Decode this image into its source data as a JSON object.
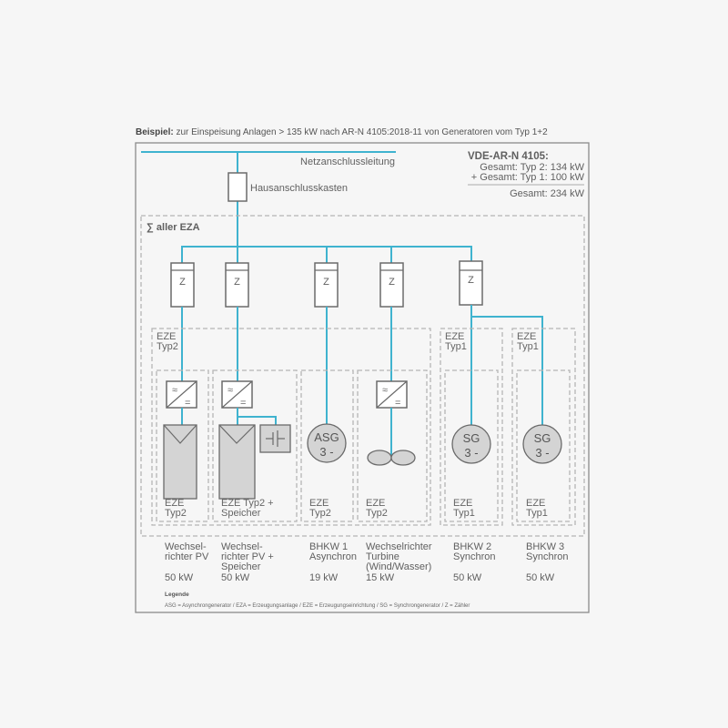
{
  "header": {
    "caption_bold": "Beispiel:",
    "caption_text": " zur Einspeisung Anlagen > 135 kW nach AR-N 4105:2018-11 von Generatoren vom Typ 1+2"
  },
  "grid": {
    "line_label": "Netzanschlussleitung",
    "house_box_label": "Hausanschlusskasten"
  },
  "summary": {
    "title": "VDE-AR-N 4105:",
    "line1": "Gesamt: Typ 2: 134 kW",
    "line2": "+ Gesamt: Typ 1: 100 kW",
    "total": "Gesamt: 234 kW"
  },
  "eza": {
    "label": "∑ aller EZA"
  },
  "meter_label": "Z",
  "groups": {
    "typ2": {
      "line1": "EZE",
      "line2": "Typ2"
    },
    "typ1_a": {
      "line1": "EZE",
      "line2": "Typ1"
    },
    "typ1_b": {
      "line1": "EZE",
      "line2": "Typ1"
    }
  },
  "inverter_symbols": {
    "ac": "≈",
    "dc": "="
  },
  "units": [
    {
      "eze_line1": "EZE",
      "eze_line2": "Typ2",
      "name_line1": "Wechsel-",
      "name_line2": "richter PV",
      "name_line3": "",
      "power": "50 kW"
    },
    {
      "eze_line1": "EZE Typ2 +",
      "eze_line2": "Speicher",
      "name_line1": "Wechsel-",
      "name_line2": "richter PV +",
      "name_line3": "Speicher",
      "power": "50 kW"
    },
    {
      "eze_line1": "EZE",
      "eze_line2": "Typ2",
      "gen_line1": "ASG",
      "gen_line2": "3 -",
      "name_line1": "BHKW 1",
      "name_line2": "Asynchron",
      "name_line3": "",
      "power": "19 kW"
    },
    {
      "eze_line1": "EZE",
      "eze_line2": "Typ2",
      "name_line1": "Wechselrichter",
      "name_line2": "Turbine",
      "name_line3": "(Wind/Wasser)",
      "power": "15 kW"
    },
    {
      "eze_line1": "EZE",
      "eze_line2": "Typ1",
      "gen_line1": "SG",
      "gen_line2": "3 -",
      "name_line1": "BHKW 2",
      "name_line2": "Synchron",
      "name_line3": "",
      "power": "50 kW"
    },
    {
      "eze_line1": "EZE",
      "eze_line2": "Typ1",
      "gen_line1": "SG",
      "gen_line2": "3 -",
      "name_line1": "BHKW 3",
      "name_line2": "Synchron",
      "name_line3": "",
      "power": "50 kW"
    }
  ],
  "legend": {
    "title": "Legende",
    "text": "ASG = Asynchrongenerator / EZA = Erzeugungsanlage  / EZE = Erzeugungseinrichtung / SG = Synchrongenerator / Z = Zähler"
  },
  "colors": {
    "feed_line": "#3fb3cf",
    "background": "#f6f6f6",
    "symbol_fill": "#d4d4d4"
  }
}
